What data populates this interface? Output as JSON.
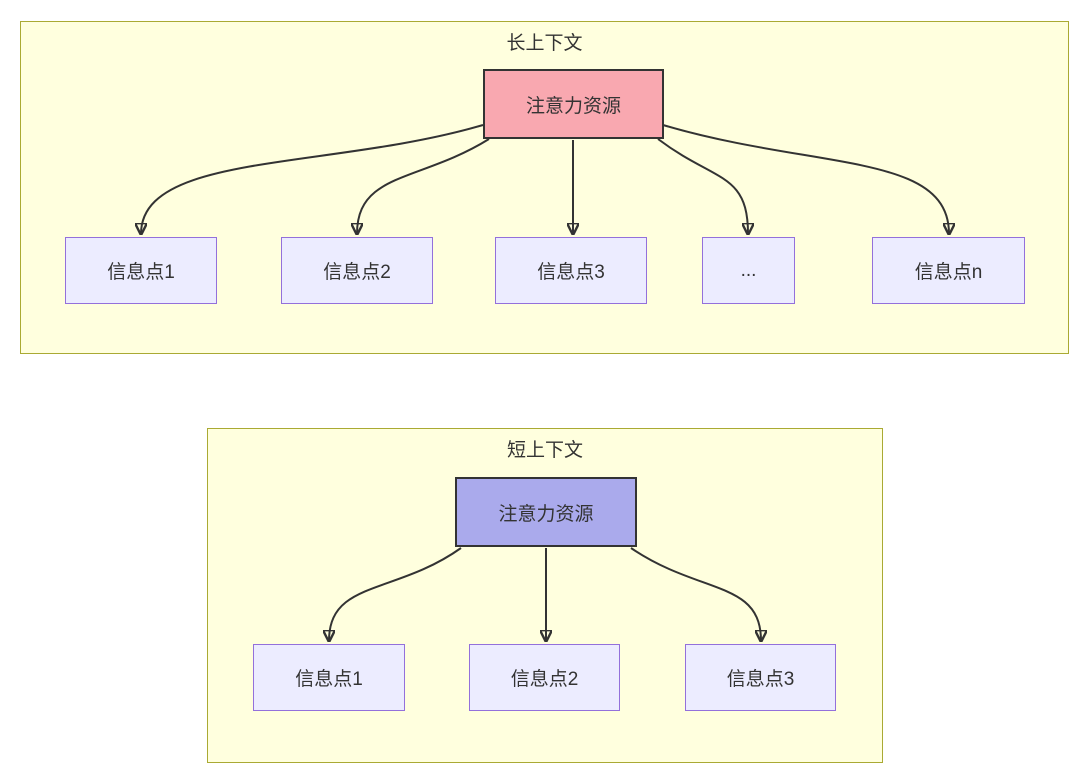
{
  "long_context": {
    "title": "长上下文",
    "attention_label": "注意力资源",
    "nodes": [
      "信息点1",
      "信息点2",
      "信息点3",
      "...",
      "信息点n"
    ]
  },
  "short_context": {
    "title": "短上下文",
    "attention_label": "注意力资源",
    "nodes": [
      "信息点1",
      "信息点2",
      "信息点3"
    ]
  },
  "colors": {
    "page_background": "#ffffff",
    "container_fill": "#ffffde",
    "container_border": "#aaaa33",
    "info_node_fill": "#ececff",
    "info_node_border": "#9370db",
    "long_attention_fill": "#f9a8b0",
    "short_attention_fill": "#aaaaec",
    "attention_border": "#333333",
    "arrow": "#333333",
    "text": "#333333"
  }
}
